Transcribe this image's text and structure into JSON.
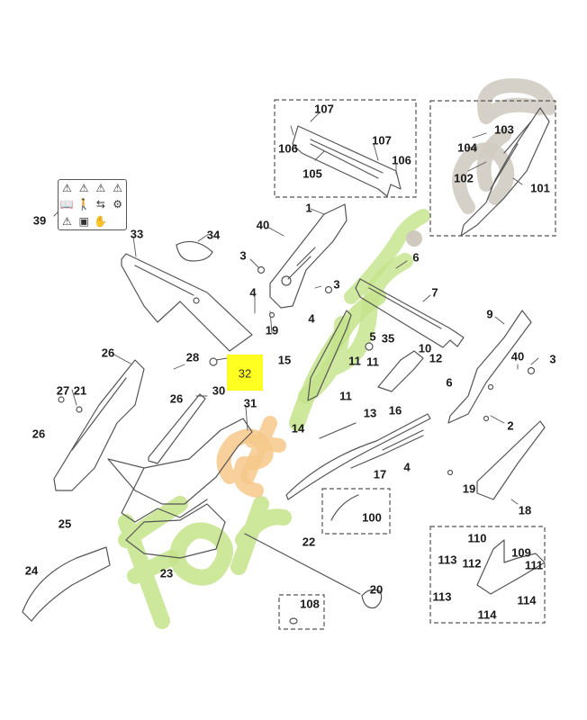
{
  "diagram": {
    "title": "Chassis / handle parts exploded view",
    "watermark": "forêtjardin.com",
    "highlighted_part": "32",
    "part_labels": [
      {
        "id": "p1",
        "text": "1"
      },
      {
        "id": "p2",
        "text": "2"
      },
      {
        "id": "p3a",
        "text": "3"
      },
      {
        "id": "p3b",
        "text": "3"
      },
      {
        "id": "p3c",
        "text": "3"
      },
      {
        "id": "p4a",
        "text": "4"
      },
      {
        "id": "p4b",
        "text": "4"
      },
      {
        "id": "p4c",
        "text": "4"
      },
      {
        "id": "p5",
        "text": "5"
      },
      {
        "id": "p6a",
        "text": "6"
      },
      {
        "id": "p6b",
        "text": "6"
      },
      {
        "id": "p7",
        "text": "7"
      },
      {
        "id": "p9",
        "text": "9"
      },
      {
        "id": "p10",
        "text": "10"
      },
      {
        "id": "p11a",
        "text": "11"
      },
      {
        "id": "p11b",
        "text": "11"
      },
      {
        "id": "p11c",
        "text": "11"
      },
      {
        "id": "p12",
        "text": "12"
      },
      {
        "id": "p13",
        "text": "13"
      },
      {
        "id": "p14",
        "text": "14"
      },
      {
        "id": "p15",
        "text": "15"
      },
      {
        "id": "p16",
        "text": "16"
      },
      {
        "id": "p17",
        "text": "17"
      },
      {
        "id": "p18",
        "text": "18"
      },
      {
        "id": "p19a",
        "text": "19"
      },
      {
        "id": "p19b",
        "text": "19"
      },
      {
        "id": "p20",
        "text": "20"
      },
      {
        "id": "p21",
        "text": "21"
      },
      {
        "id": "p22",
        "text": "22"
      },
      {
        "id": "p23",
        "text": "23"
      },
      {
        "id": "p24",
        "text": "24"
      },
      {
        "id": "p25",
        "text": "25"
      },
      {
        "id": "p26a",
        "text": "26"
      },
      {
        "id": "p26b",
        "text": "26"
      },
      {
        "id": "p26c",
        "text": "26"
      },
      {
        "id": "p27",
        "text": "27"
      },
      {
        "id": "p28",
        "text": "28"
      },
      {
        "id": "p30",
        "text": "30"
      },
      {
        "id": "p31",
        "text": "31"
      },
      {
        "id": "p33",
        "text": "33"
      },
      {
        "id": "p34",
        "text": "34"
      },
      {
        "id": "p35",
        "text": "35"
      },
      {
        "id": "p39",
        "text": "39"
      },
      {
        "id": "p40a",
        "text": "40"
      },
      {
        "id": "p40b",
        "text": "40"
      },
      {
        "id": "p100",
        "text": "100"
      },
      {
        "id": "p101",
        "text": "101"
      },
      {
        "id": "p102",
        "text": "102"
      },
      {
        "id": "p103",
        "text": "103"
      },
      {
        "id": "p104",
        "text": "104"
      },
      {
        "id": "p105",
        "text": "105"
      },
      {
        "id": "p106a",
        "text": "106"
      },
      {
        "id": "p106b",
        "text": "106"
      },
      {
        "id": "p107a",
        "text": "107"
      },
      {
        "id": "p107b",
        "text": "107"
      },
      {
        "id": "p108",
        "text": "108"
      },
      {
        "id": "p109",
        "text": "109"
      },
      {
        "id": "p110",
        "text": "110"
      },
      {
        "id": "p111",
        "text": "111"
      },
      {
        "id": "p112",
        "text": "112"
      },
      {
        "id": "p113a",
        "text": "113"
      },
      {
        "id": "p113b",
        "text": "113"
      },
      {
        "id": "p114a",
        "text": "114"
      },
      {
        "id": "p114b",
        "text": "114"
      }
    ],
    "colors": {
      "highlight": "#ffff22",
      "line": "#555555",
      "watermark_green": "#b8dc6a",
      "watermark_orange": "#f5c07a",
      "watermark_grey": "#cfc9bf"
    }
  }
}
